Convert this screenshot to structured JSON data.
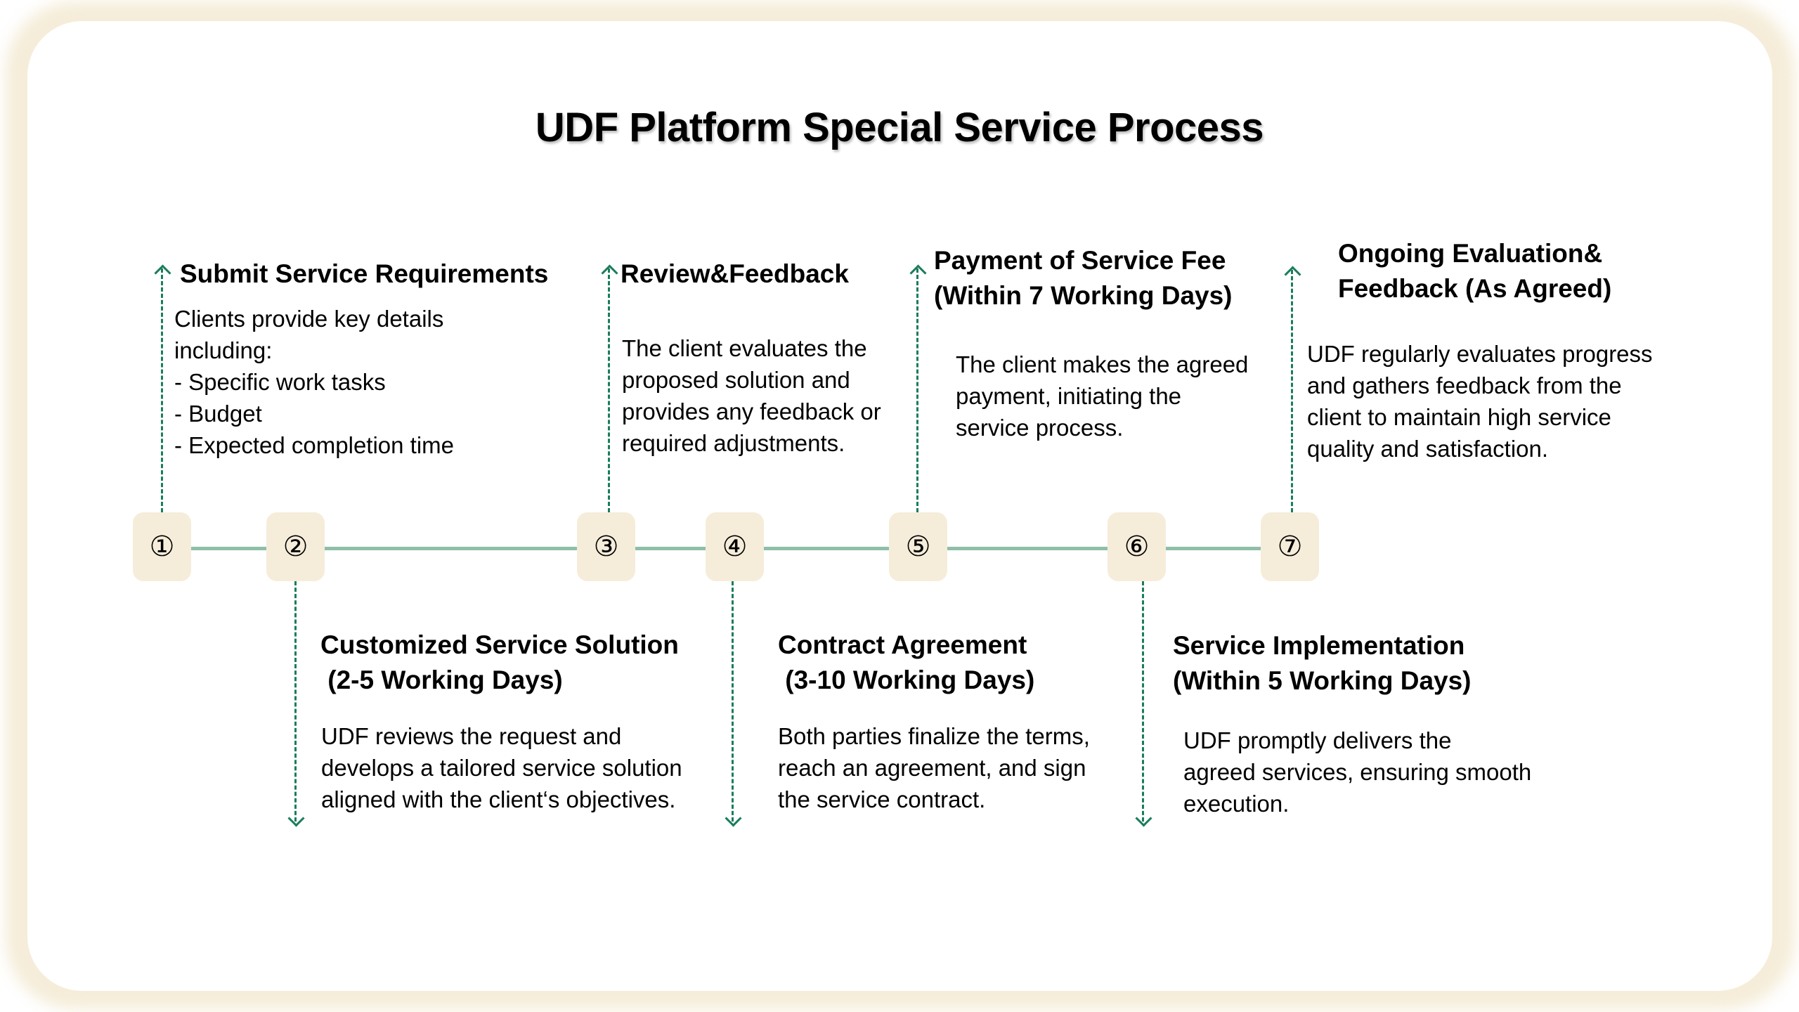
{
  "title": "UDF Platform Special Service Process",
  "colors": {
    "frame": "#f5edd9",
    "node_fill": "#f5edda",
    "timeline": "#8fbfa8",
    "arrow": "#1b7d5a"
  },
  "steps": [
    {
      "number": "①",
      "direction": "up",
      "heading": "Submit Service Requirements",
      "body": "Clients provide key details\nincluding:\n- Specific work tasks\n- Budget\n- Expected completion time"
    },
    {
      "number": "②",
      "direction": "down",
      "heading": "Customized Service Solution\n (2-5 Working Days)",
      "body": "UDF reviews the request and\ndevelops a tailored service solution\naligned with the client‘s objectives."
    },
    {
      "number": "③",
      "direction": "up",
      "heading": "Review&Feedback",
      "body": "The client evaluates the\nproposed solution and\nprovides any feedback or\nrequired adjustments."
    },
    {
      "number": "④",
      "direction": "down",
      "heading": "Contract Agreement\n (3-10 Working Days)",
      "body": "Both parties finalize the terms,\nreach an agreement, and sign\nthe service contract."
    },
    {
      "number": "⑤",
      "direction": "up",
      "heading": "Payment of Service Fee\n(Within 7 Working Days)",
      "body": "The client makes the agreed\npayment, initiating the\nservice process."
    },
    {
      "number": "⑥",
      "direction": "down",
      "heading": "Service Implementation\n(Within 5 Working Days)",
      "body": "UDF promptly delivers the\nagreed services, ensuring smooth\nexecution."
    },
    {
      "number": "⑦",
      "direction": "up",
      "heading": "Ongoing Evaluation&\nFeedback (As Agreed)",
      "body": "UDF regularly evaluates progress\nand gathers feedback from the\nclient to maintain high service\nquality and satisfaction."
    }
  ]
}
